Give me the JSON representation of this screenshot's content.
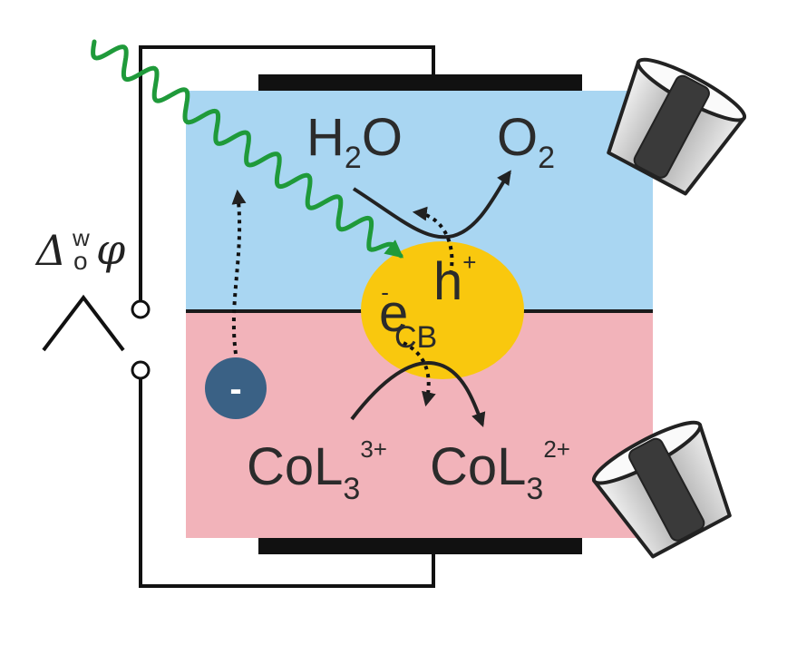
{
  "labels": {
    "water": {
      "main": "H",
      "sub": "2",
      "tail": "O"
    },
    "oxygen": {
      "main": "O",
      "sub": "2"
    },
    "hole": {
      "main": "h",
      "sup": "+"
    },
    "electron": {
      "main": "e",
      "sup": "-",
      "sub": "CB"
    },
    "cobalt_oxidized": {
      "main": "CoL",
      "sub": "3",
      "sup": "3+"
    },
    "cobalt_reduced": {
      "main": "CoL",
      "sub": "3",
      "sup": "2+"
    },
    "anion": "-",
    "potential": {
      "symbol": "Δ",
      "sup": "w",
      "sub": "o",
      "phi": "φ"
    }
  },
  "colors": {
    "aqueous_phase": "#a9d6f2",
    "organic_phase": "#f2b3ba",
    "particle": "#f9c80e",
    "anion": "#3a6185",
    "light_wave": "#1f9a3a",
    "electrode": "#111111"
  },
  "icons": [
    "light-wave-icon",
    "lamp-top-icon",
    "lamp-bottom-icon",
    "potential-switch-icon"
  ]
}
